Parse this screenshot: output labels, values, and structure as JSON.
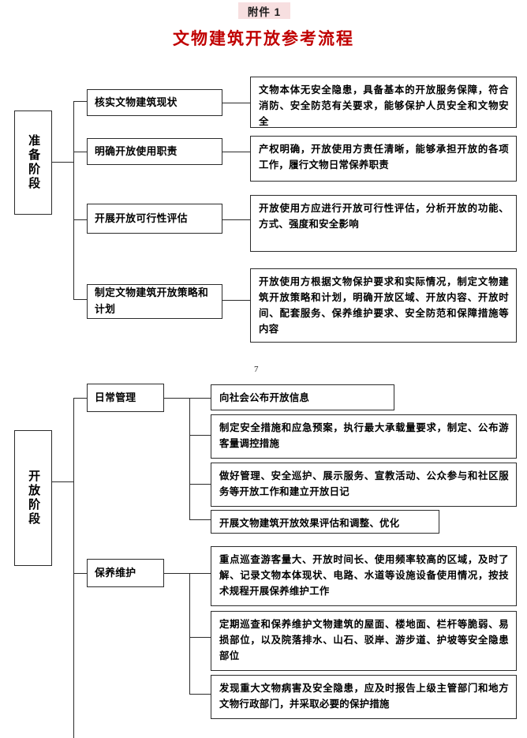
{
  "header": {
    "attachment_tag": "附件 1",
    "title": "文物建筑开放参考流程",
    "page_number": "7"
  },
  "chart_data": {
    "type": "diagram",
    "title": "文物建筑开放参考流程",
    "stages": [
      {
        "stage_label": "准备阶段",
        "steps": [
          {
            "step_label": "核实文物建筑现状",
            "detail": "文物本体无安全隐患，具备基本的开放服务保障，符合消防、安全防范有关要求，能够保护人员安全和文物安全"
          },
          {
            "step_label": "明确开放使用职责",
            "detail": "产权明确，开放使用方责任清晰，能够承担开放的各项工作，履行文物日常保养职责"
          },
          {
            "step_label": "开展开放可行性评估",
            "detail": "开放使用方应进行开放可行性评估，分析开放的功能、方式、强度和安全影响"
          },
          {
            "step_label": "制定文物建筑开放策略和计划",
            "detail": "开放使用方根据文物保护要求和实际情况，制定文物建筑开放策略和计划，明确开放区域、开放内容、开放时间、配套服务、保养维护要求、安全防范和保障措施等内容"
          }
        ]
      },
      {
        "stage_label": "开放阶段",
        "groups": [
          {
            "group_label": "日常管理",
            "items": [
              "向社会公布开放信息",
              "制定安全措施和应急预案，执行最大承载量要求，制定、公布游客量调控措施",
              "做好管理、安全巡护、展示服务、宣教活动、公众参与和社区服务等开放工作和建立开放日记",
              "开展文物建筑开放效果评估和调整、优化"
            ]
          },
          {
            "group_label": "保养维护",
            "items": [
              "重点巡查游客量大、开放时间长、使用频率较高的区域，及时了解、记录文物本体现状、电路、水道等设施设备使用情况，按技术规程开展保养维护工作",
              "定期巡查和保养维护文物建筑的屋面、楼地面、栏杆等脆弱、易损部位，以及院落排水、山石、驳岸、游步道、护坡等安全隐患部位",
              "发现重大文物病害及安全隐患，应及时报告上级主管部门和地方文物行政部门，并采取必要的保护措施"
            ]
          }
        ]
      }
    ],
    "colors": {
      "title": "#c00000",
      "tag_background": "#f7dfe0",
      "line": "#2b2b2b",
      "box_border": "#2b2b2b",
      "box_background": "#ffffff"
    }
  }
}
